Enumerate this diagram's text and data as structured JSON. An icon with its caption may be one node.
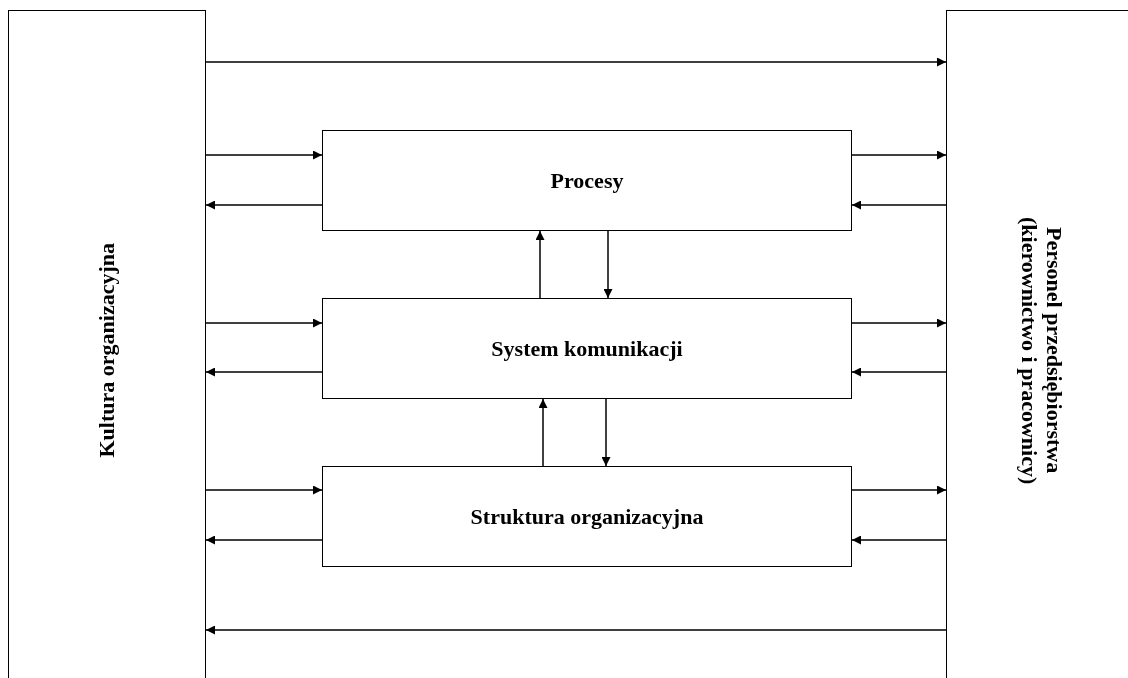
{
  "diagram": {
    "nodes": [
      {
        "text": [
          "Kultura organizacyjna"
        ]
      },
      {
        "text": [
          "Procesy"
        ]
      },
      {
        "text": [
          "System komunikacji"
        ]
      },
      {
        "text": [
          "Struktura organizacyjna"
        ]
      },
      {
        "text": [
          "Personel przedsiębiorstwa (kierownictwo i pracownicy)"
        ]
      }
    ],
    "edges": [
      {
        "from": 0,
        "to": 4,
        "arrow": "to"
      },
      {
        "from": 0,
        "to": 1,
        "arrow": "to"
      },
      {
        "from": 1,
        "to": 0,
        "arrow": "to"
      },
      {
        "from": 1,
        "to": 4,
        "arrow": "to"
      },
      {
        "from": 4,
        "to": 1,
        "arrow": "to"
      },
      {
        "from": 2,
        "to": 1,
        "arrow": "to"
      },
      {
        "from": 1,
        "to": 2,
        "arrow": "to"
      },
      {
        "from": 0,
        "to": 2,
        "arrow": "to"
      },
      {
        "from": 2,
        "to": 0,
        "arrow": "to"
      },
      {
        "from": 2,
        "to": 4,
        "arrow": "to"
      },
      {
        "from": 4,
        "to": 2,
        "arrow": "to"
      },
      {
        "from": 3,
        "to": 2,
        "arrow": "to"
      },
      {
        "from": 2,
        "to": 3,
        "arrow": "to"
      },
      {
        "from": 0,
        "to": 3,
        "arrow": "to"
      },
      {
        "from": 3,
        "to": 0,
        "arrow": "to"
      },
      {
        "from": 3,
        "to": 4,
        "arrow": "to"
      },
      {
        "from": 4,
        "to": 3,
        "arrow": "to"
      },
      {
        "from": 4,
        "to": 0,
        "arrow": "to"
      }
    ]
  }
}
